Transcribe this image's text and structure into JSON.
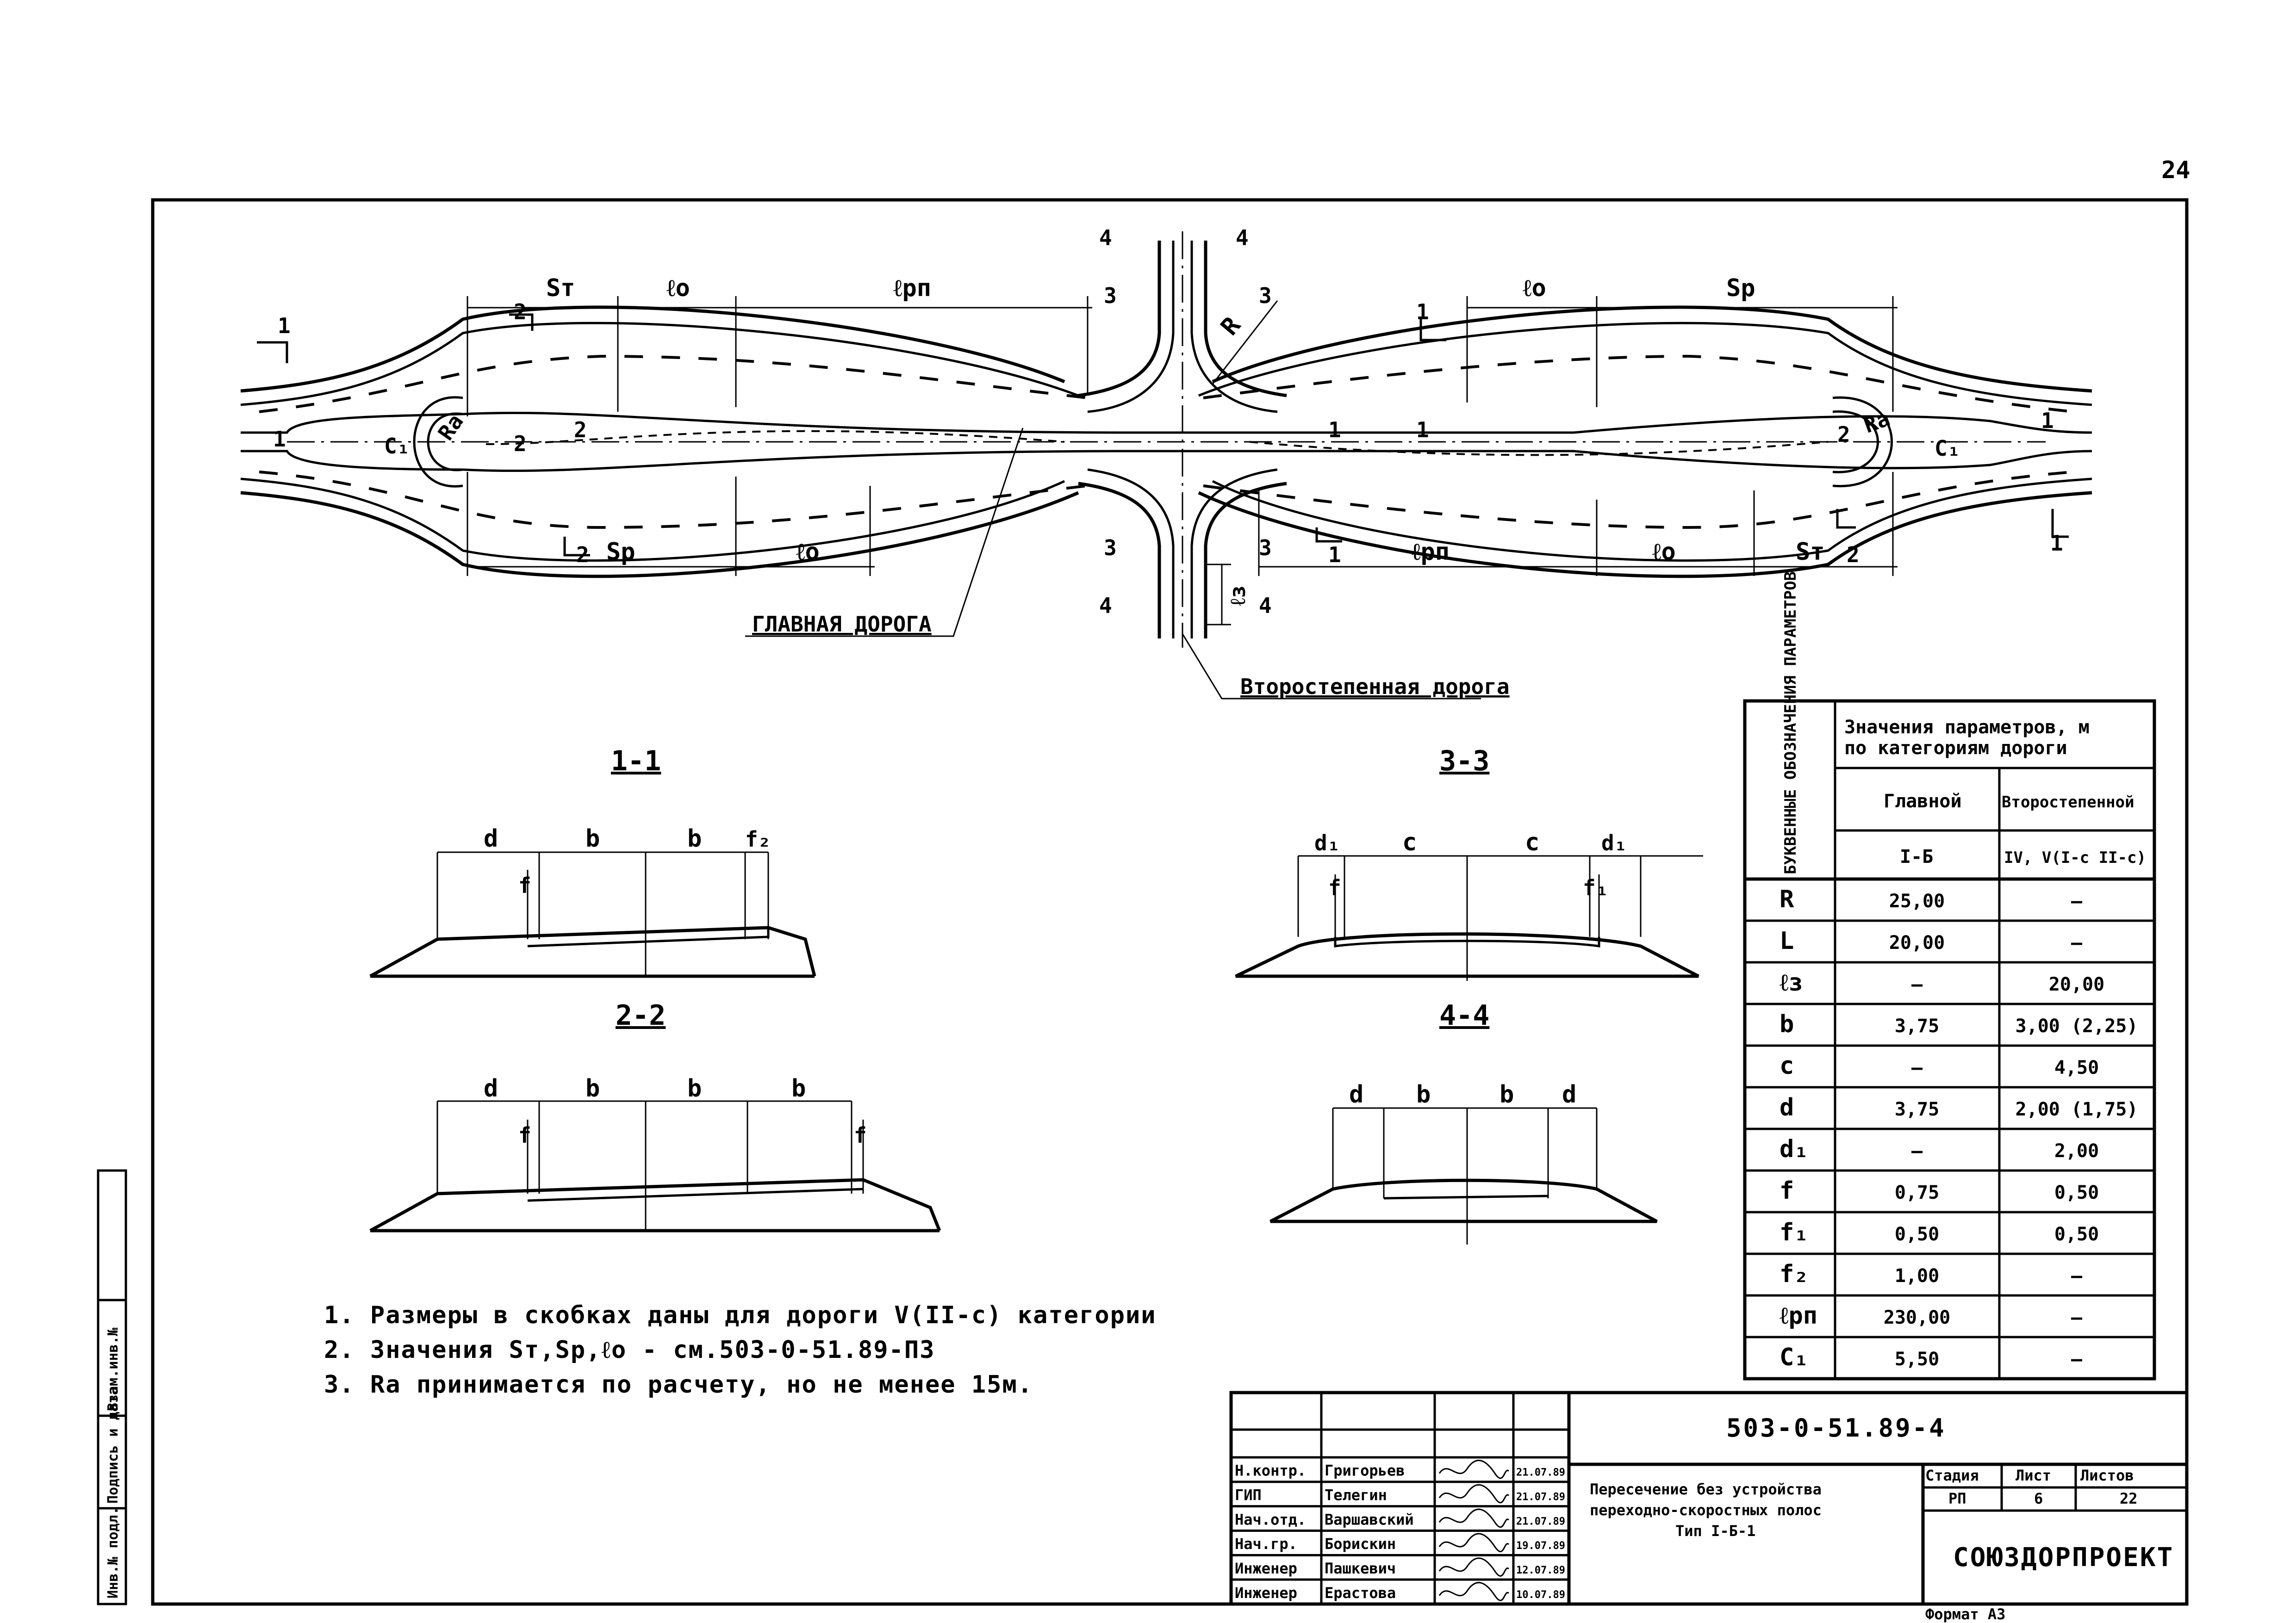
{
  "sheet_number": "24",
  "plan": {
    "labels": {
      "st": "Sт",
      "lo": "ℓо",
      "lpn": "ℓрп",
      "sp": "Sр",
      "r": "R",
      "ra": "Rа",
      "c1": "С₁",
      "l3": "ℓз"
    },
    "cuts": {
      "c1": "1",
      "c2": "2",
      "c3": "3",
      "c4": "4"
    },
    "main_road": "ГЛАВНАЯ ДОРОГА",
    "secondary_road": "Второстепенная дорога"
  },
  "sections": {
    "s11": {
      "title": "1-1",
      "dims": [
        "d",
        "b",
        "b",
        "f₂"
      ],
      "f": "f"
    },
    "s22": {
      "title": "2-2",
      "dims": [
        "d",
        "b",
        "b",
        "b"
      ],
      "f": "f",
      "f_right": "f"
    },
    "s33": {
      "title": "3-3",
      "dims": [
        "d₁",
        "c",
        "c",
        "d₁"
      ],
      "f": "f",
      "f1": "f₁"
    },
    "s44": {
      "title": "4-4",
      "dims": [
        "d",
        "b",
        "b",
        "d"
      ]
    }
  },
  "table": {
    "head_col1": "БУКВЕННЫЕ ОБОЗНАЧЕНИЯ ПАРАМЕТРОВ",
    "head_values_l1": "Значения параметров, м",
    "head_values_l2": "по категориям дороги",
    "head_main": "Главной",
    "head_secondary": "Второстепенной",
    "cat_main": "I-Б",
    "cat_secondary": "IV, V(I-с II-с)",
    "rows": [
      {
        "sym": "R",
        "main": "25,00",
        "sec": "—"
      },
      {
        "sym": "L",
        "main": "20,00",
        "sec": "—"
      },
      {
        "sym": "ℓз",
        "main": "—",
        "sec": "20,00"
      },
      {
        "sym": "b",
        "main": "3,75",
        "sec": "3,00 (2,25)"
      },
      {
        "sym": "c",
        "main": "—",
        "sec": "4,50"
      },
      {
        "sym": "d",
        "main": "3,75",
        "sec": "2,00 (1,75)"
      },
      {
        "sym": "d₁",
        "main": "—",
        "sec": "2,00"
      },
      {
        "sym": "f",
        "main": "0,75",
        "sec": "0,50"
      },
      {
        "sym": "f₁",
        "main": "0,50",
        "sec": "0,50"
      },
      {
        "sym": "f₂",
        "main": "1,00",
        "sec": "—"
      },
      {
        "sym": "ℓрп",
        "main": "230,00",
        "sec": "—"
      },
      {
        "sym": "C₁",
        "main": "5,50",
        "sec": "—"
      }
    ]
  },
  "notes": [
    "1. Размеры в скобках даны для дороги V(II-с) категории",
    "2. Значения Sт,Sр,ℓо - см.503-0-51.89-ПЗ",
    "3. Rа принимается по расчету, но не менее 15м."
  ],
  "stamp": {
    "code": "503-0-51.89-4",
    "title_l1": "Пересечение без устройства",
    "title_l2": "переходно-скоростных полос",
    "title_l3": "Тип I-Б-1",
    "stage_h": "Стадия",
    "sheet_h": "Лист",
    "sheets_h": "Листов",
    "stage": "РП",
    "sheet": "6",
    "sheets": "22",
    "org": "СОЮЗДОРПРОЕКТ",
    "format": "Формат А3",
    "people": [
      {
        "role": "Н.контр.",
        "name": "Григорьев",
        "date": "21.07.89"
      },
      {
        "role": "ГИП",
        "name": "Телегин",
        "date": "21.07.89"
      },
      {
        "role": "Нач.отд.",
        "name": "Варшавский",
        "date": "21.07.89"
      },
      {
        "role": "Нач.гр.",
        "name": "Борискин",
        "date": "19.07.89"
      },
      {
        "role": "Инженер",
        "name": "Пашкевич",
        "date": "12.07.89"
      },
      {
        "role": "Инженер",
        "name": "Ерастова",
        "date": "10.07.89"
      }
    ]
  },
  "side_stamp": [
    "Инв.№ подл.",
    "Подпись и дата",
    "Взам.инв.№"
  ]
}
